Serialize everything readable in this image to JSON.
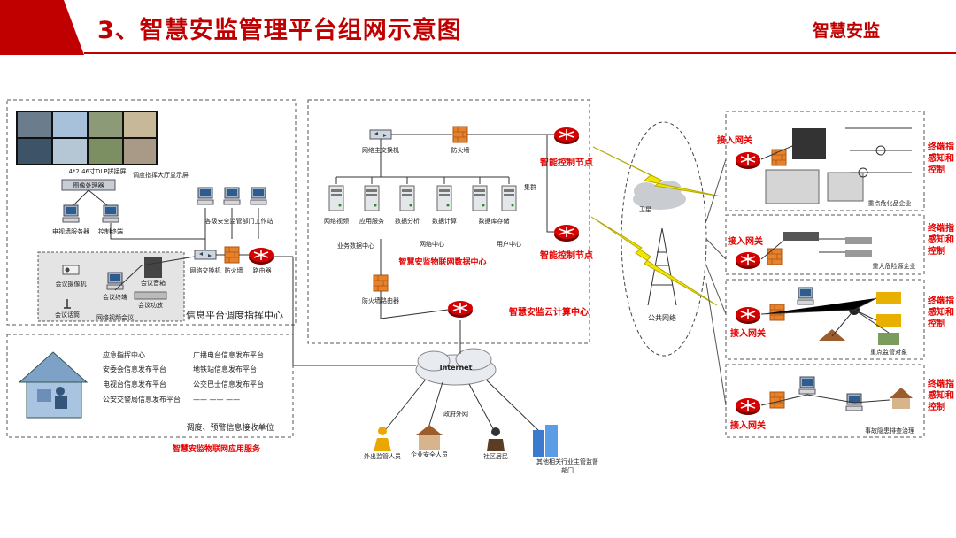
{
  "header": {
    "title": "3、智慧安监管理平台组网示意图",
    "brand": "智慧安监"
  },
  "dispatch": {
    "wall_label": "调度指挥大厅显示屏",
    "wall_spec": "4*2 46寸DLP拼接屏",
    "processor": "图像处理器",
    "tv_server": "电视墙服务器",
    "ctrl_terminal": "控制终端",
    "workstations": "各级安全监管部门工作站",
    "camera": "会议摄像机",
    "terminal": "会议终端",
    "speaker": "会议音箱",
    "amp": "会议功放",
    "mic": "会议话筒",
    "meeting_sys": "网络视频会议",
    "switch": "网络交换机",
    "firewall": "防火墙",
    "router": "路由器",
    "caption": "信息平台调度指挥中心"
  },
  "cloud": {
    "core_switch": "网络主交换机",
    "firewall": "防火墙",
    "node1": "智能控制节点",
    "node2": "智能控制节点",
    "servers": [
      "网络视频",
      "应用服务",
      "数据分析",
      "数据计算",
      "数据库存储"
    ],
    "cluster": "集群",
    "group_business": "业务数据中心",
    "group_net": "网络中心",
    "group_user": "用户中心",
    "dc_label": "智慧安监物联网数据中心",
    "fw_router": "防火墙路由器",
    "caption": "智慧安监云计算中心"
  },
  "apps": {
    "left": [
      "应急指挥中心",
      "安委会信息发布平台",
      "电视台信息发布平台",
      "公安交警局信息发布平台"
    ],
    "right": [
      "广播电台信息发布平台",
      "地铁站信息发布平台",
      "公交巴士信息发布平台",
      "—— —— ——"
    ],
    "receivers": "调度、预警信息接收单位",
    "caption": "智慧安监物联网应用服务"
  },
  "network": {
    "internet": "Internet",
    "gov_net": "政府外网",
    "satellite": "卫星",
    "public_net": "公共网络"
  },
  "users": [
    "外出监管人员",
    "企业安全人员",
    "社区居民",
    "其他相关行业主管监督部门"
  ],
  "sites": [
    {
      "gateway": "接入网关",
      "side": "终端指感知和控制",
      "caption": "重点危化品企业"
    },
    {
      "gateway": "接入网关",
      "side": "终端指感知和控制",
      "caption": "重大危险源企业"
    },
    {
      "gateway": "接入网关",
      "side": "终端指感知和控制",
      "caption": "重点监管对象"
    },
    {
      "gateway": "接入网关",
      "side": "终端指感知和控制",
      "caption": "事故隐患排查治理"
    }
  ],
  "colors": {
    "accent": "#c00000",
    "label_red": "#e60000",
    "lightning": "#f2e600",
    "router_red": "#d40000"
  }
}
